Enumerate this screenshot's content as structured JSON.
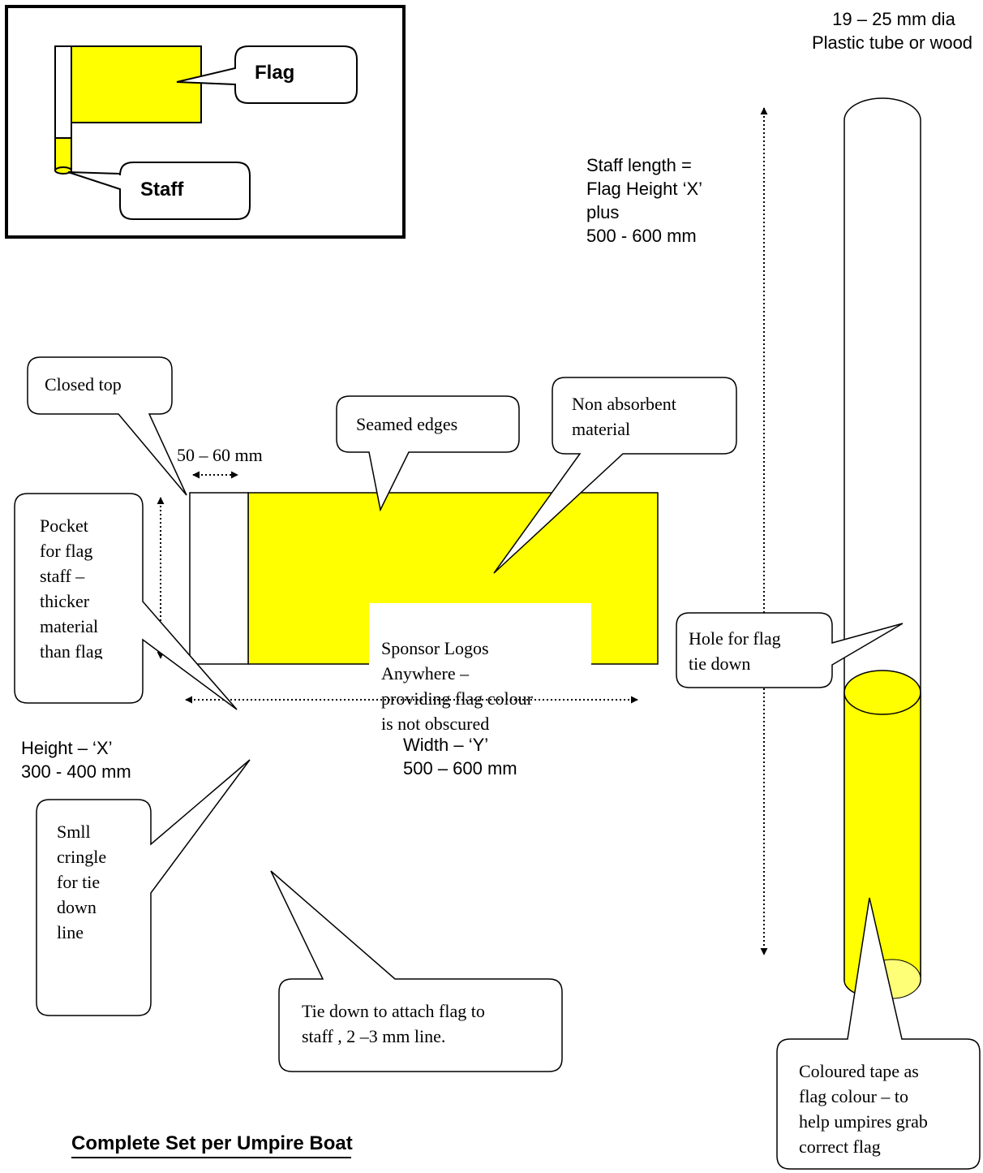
{
  "colors": {
    "flag_yellow": "#ffff00",
    "outline": "#000000",
    "background": "#ffffff"
  },
  "inset": {
    "flag_label": "Flag",
    "staff_label": "Staff"
  },
  "staff_spec": {
    "diameter": "19 – 25 mm dia",
    "material": "Plastic tube or wood"
  },
  "staff_length": {
    "line1": "Staff length =",
    "line2": "Flag Height ‘X’",
    "line3": "plus",
    "line4": "500 - 600 mm"
  },
  "callouts": {
    "closed_top": "Closed top",
    "seamed_edges": "Seamed edges",
    "non_absorbent": [
      "Non absorbent",
      "material"
    ],
    "pocket": [
      "Pocket",
      "for flag",
      "staff –",
      "thicker",
      "material",
      "than flag"
    ],
    "cringle": [
      "Smll",
      "cringle",
      "for tie",
      "down",
      "line"
    ],
    "tie_down": [
      "Tie down to attach flag to",
      "staff , 2 –3 mm line."
    ],
    "hole": [
      "Hole for flag",
      "tie down"
    ],
    "coloured_tape": [
      "Coloured tape as",
      "flag colour – to",
      "help umpires grab",
      "correct flag"
    ]
  },
  "dimensions": {
    "pocket_width": "50 – 60 mm",
    "height": [
      "Height – ‘X’",
      "300 - 400 mm"
    ],
    "width": [
      "Width – ‘Y’",
      "500 – 600 mm"
    ]
  },
  "sponsor_note": [
    "Sponsor Logos",
    "Anywhere –",
    "providing flag colour",
    "is not obscured"
  ],
  "footer_title": "Complete Set per Umpire Boat"
}
